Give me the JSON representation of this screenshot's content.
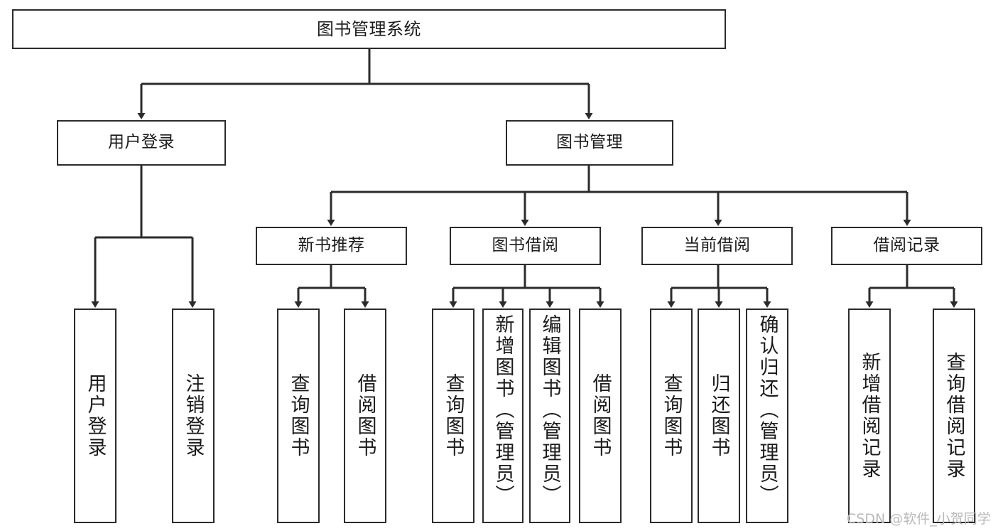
{
  "diagram": {
    "title": "图书管理系统",
    "type": "hierarchy-tree",
    "stroke_color": "#2b2b2b",
    "background_color": "#ffffff",
    "text_color": "#1b1b1b"
  },
  "nodes": {
    "root": {
      "label": "图书管理系统"
    },
    "level2": [
      {
        "id": "user-login",
        "label": "用户登录"
      },
      {
        "id": "book-management",
        "label": "图书管理"
      }
    ],
    "level3": [
      {
        "id": "new-book-recommend",
        "label": "新书推荐"
      },
      {
        "id": "book-borrow",
        "label": "图书借阅"
      },
      {
        "id": "current-borrow",
        "label": "当前借阅"
      },
      {
        "id": "borrow-record",
        "label": "借阅记录"
      }
    ],
    "leaves": [
      {
        "id": "leaf-user-login",
        "label": "用户登录",
        "parent": "user-login"
      },
      {
        "id": "leaf-logout-login",
        "label": "注销登录",
        "parent": "user-login"
      },
      {
        "id": "leaf-query-book-1",
        "label": "查询图书",
        "parent": "new-book-recommend"
      },
      {
        "id": "leaf-borrow-book-1",
        "label": "借阅图书",
        "parent": "new-book-recommend"
      },
      {
        "id": "leaf-query-book-2",
        "label": "查询图书",
        "parent": "book-borrow"
      },
      {
        "id": "leaf-add-book",
        "label": "新增图书（管理员）",
        "parent": "book-borrow"
      },
      {
        "id": "leaf-edit-book",
        "label": "编辑图书（管理员）",
        "parent": "book-borrow"
      },
      {
        "id": "leaf-borrow-book-2",
        "label": "借阅图书",
        "parent": "book-borrow"
      },
      {
        "id": "leaf-query-book-3",
        "label": "查询图书",
        "parent": "current-borrow"
      },
      {
        "id": "leaf-return-book",
        "label": "归还图书",
        "parent": "current-borrow"
      },
      {
        "id": "leaf-confirm-return",
        "label": "确认归还（管理员）",
        "parent": "current-borrow"
      },
      {
        "id": "leaf-add-record",
        "label": "新增借阅记录",
        "parent": "borrow-record"
      },
      {
        "id": "leaf-query-record",
        "label": "查询借阅记录",
        "parent": "borrow-record"
      }
    ]
  },
  "watermark": {
    "text": "CSDN @软件_小贺同学"
  }
}
